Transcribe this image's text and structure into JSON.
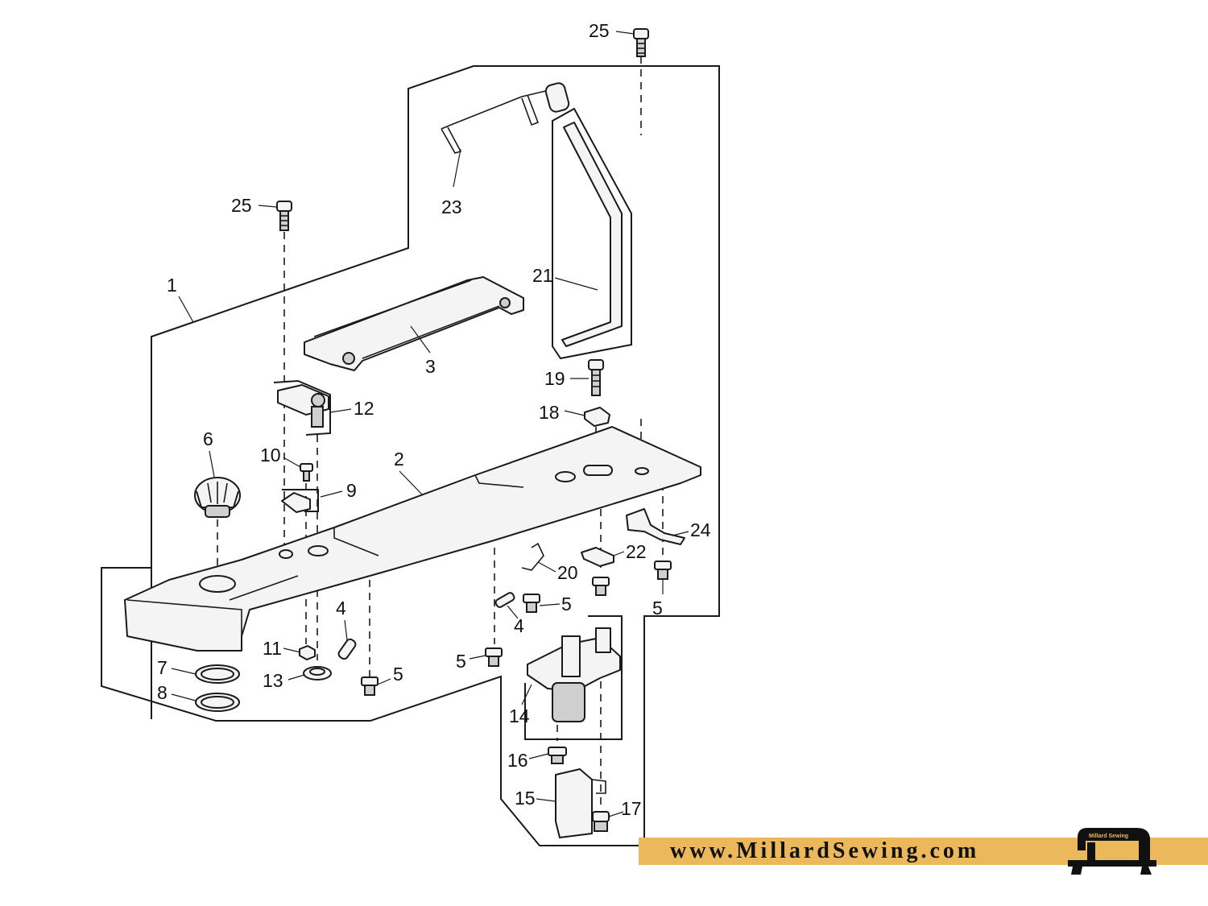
{
  "diagram": {
    "callouts": [
      {
        "id": "c25a",
        "label": "25"
      },
      {
        "id": "c25b",
        "label": "25"
      },
      {
        "id": "c23",
        "label": "23"
      },
      {
        "id": "c21",
        "label": "21"
      },
      {
        "id": "c1",
        "label": "1"
      },
      {
        "id": "c3",
        "label": "3"
      },
      {
        "id": "c19",
        "label": "19"
      },
      {
        "id": "c18",
        "label": "18"
      },
      {
        "id": "c12",
        "label": "12"
      },
      {
        "id": "c6",
        "label": "6"
      },
      {
        "id": "c10",
        "label": "10"
      },
      {
        "id": "c2",
        "label": "2"
      },
      {
        "id": "c9",
        "label": "9"
      },
      {
        "id": "c24",
        "label": "24"
      },
      {
        "id": "c22",
        "label": "22"
      },
      {
        "id": "c20",
        "label": "20"
      },
      {
        "id": "c5a",
        "label": "5"
      },
      {
        "id": "c5b",
        "label": "5"
      },
      {
        "id": "c4a",
        "label": "4"
      },
      {
        "id": "c4b",
        "label": "4"
      },
      {
        "id": "c11",
        "label": "11"
      },
      {
        "id": "c7",
        "label": "7"
      },
      {
        "id": "c13",
        "label": "13"
      },
      {
        "id": "c5c",
        "label": "5"
      },
      {
        "id": "c5d",
        "label": "5"
      },
      {
        "id": "c8",
        "label": "8"
      },
      {
        "id": "c14",
        "label": "14"
      },
      {
        "id": "c16",
        "label": "16"
      },
      {
        "id": "c15",
        "label": "15"
      },
      {
        "id": "c17",
        "label": "17"
      }
    ]
  },
  "banner": {
    "text": "www.MillardSewing.com",
    "logo_text": "Millard Sewing",
    "color": "#ecb85c"
  }
}
